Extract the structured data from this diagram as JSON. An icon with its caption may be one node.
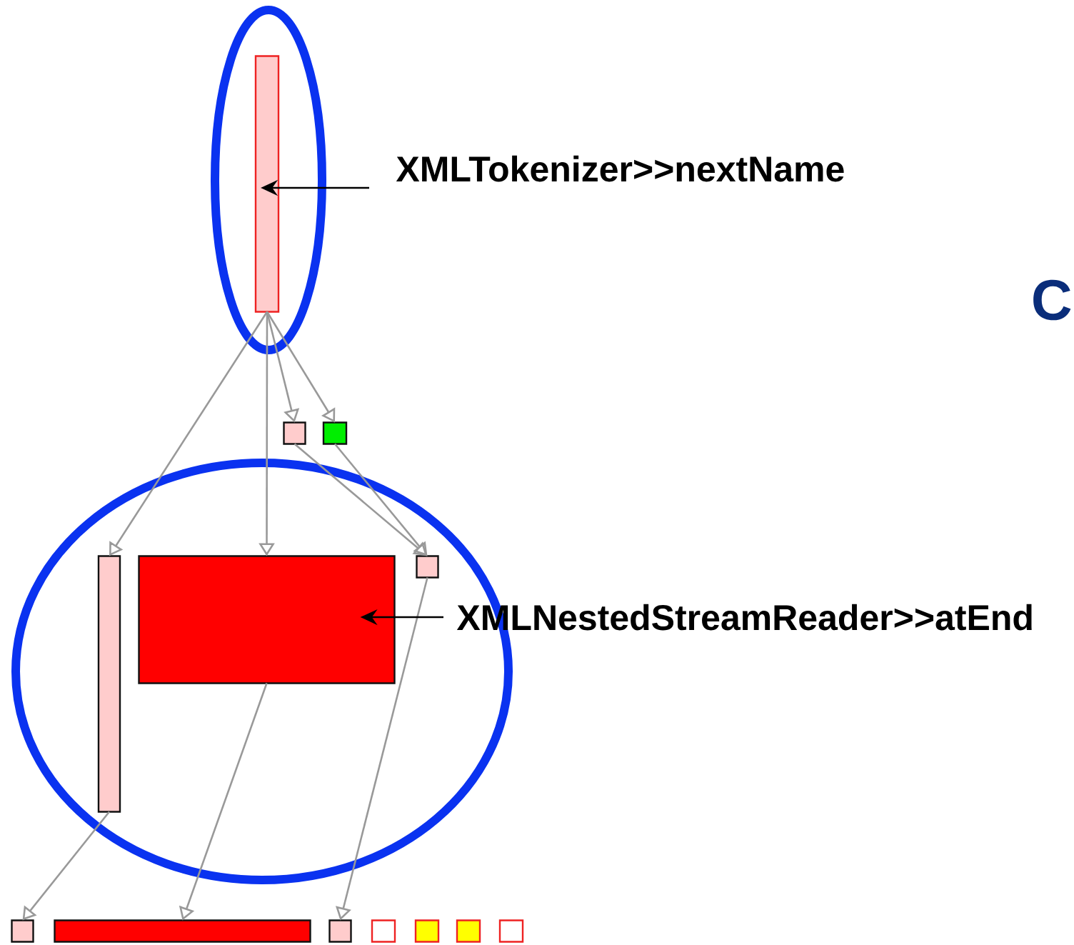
{
  "diagram": {
    "nodes": [
      {
        "text": [],
        "shape": "bar"
      },
      {
        "text": [],
        "shape": "box"
      },
      {
        "text": [],
        "shape": "box"
      },
      {
        "text": [],
        "shape": "bar"
      },
      {
        "text": [],
        "shape": "box"
      },
      {
        "text": [],
        "shape": "box"
      },
      {
        "text": [],
        "shape": "box"
      },
      {
        "text": [],
        "shape": "bar"
      },
      {
        "text": [],
        "shape": "box"
      },
      {
        "text": [],
        "shape": "box"
      },
      {
        "text": [],
        "shape": "box"
      },
      {
        "text": [],
        "shape": "box"
      },
      {
        "text": [],
        "shape": "box"
      },
      {
        "text": [
          "XMLTokenizer>>nextName"
        ]
      },
      {
        "text": [
          "XMLNestedStreamReader>>atEnd"
        ]
      }
    ],
    "edges": [
      {
        "from": 0,
        "to": 3,
        "arrow": "to"
      },
      {
        "from": 0,
        "to": 4,
        "arrow": "to"
      },
      {
        "from": 0,
        "to": 1,
        "arrow": "to"
      },
      {
        "from": 0,
        "to": 2,
        "arrow": "to"
      },
      {
        "from": 1,
        "to": 5,
        "arrow": "to"
      },
      {
        "from": 2,
        "to": 5,
        "arrow": "to"
      },
      {
        "from": 3,
        "to": 6,
        "arrow": "to"
      },
      {
        "from": 4,
        "to": 7,
        "arrow": "to"
      },
      {
        "from": 5,
        "to": 8,
        "arrow": "to"
      },
      {
        "from": 13,
        "to": 0,
        "arrow": "to",
        "color": "#000000"
      },
      {
        "from": 14,
        "to": 4,
        "arrow": "to",
        "color": "#000000"
      }
    ],
    "labels": [
      "C"
    ]
  }
}
